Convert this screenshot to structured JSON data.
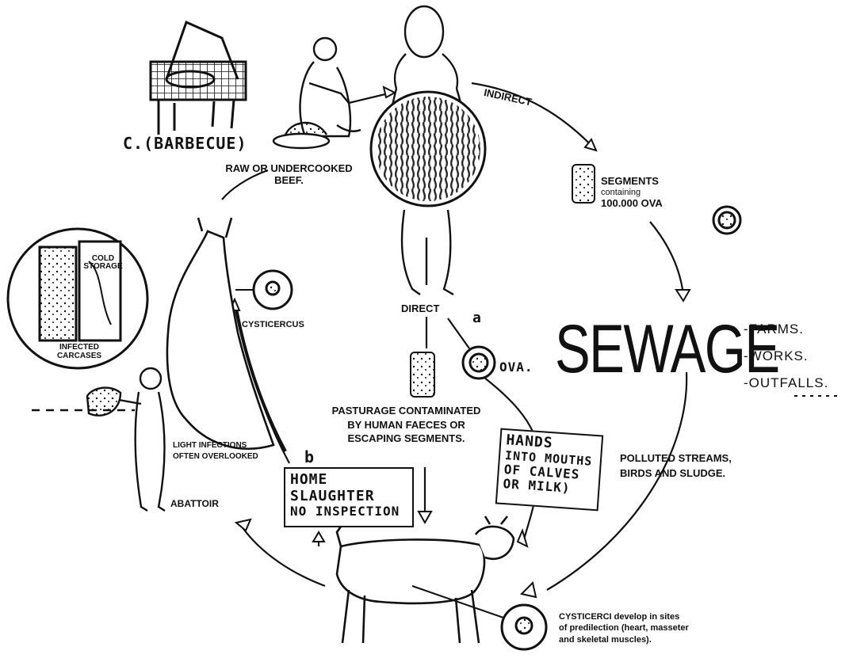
{
  "labels": {
    "barbecue": "C.(BARBECUE)",
    "raw_beef_1": "RAW OR UNDERCOOKED",
    "raw_beef_2": "BEEF.",
    "indirect": "INDIRECT",
    "segments_1": "SEGMENTS",
    "segments_2": "containing",
    "segments_3": "100.000 OVA",
    "direct": "DIRECT",
    "marker_a": "a",
    "marker_b": "b",
    "ova": "OVA.",
    "cold_storage_1": "COLD",
    "cold_storage_2": "STORAGE",
    "infected_1": "INFECTED",
    "infected_2": "CARCASES",
    "cysticercus": "CYSTICERCUS",
    "light_infections_1": "LIGHT INFECTIONS",
    "light_infections_2": "OFTEN OVERLOOKED",
    "pasturage_1": "PASTURAGE CONTAMINATED",
    "pasturage_2": "BY HUMAN FAECES OR",
    "pasturage_3": "ESCAPING SEGMENTS.",
    "abattoir": "ABATTOIR",
    "polluted_1": "POLLUTED STREAMS,",
    "polluted_2": "BIRDS AND SLUDGE.",
    "cysticerci_1": "CYSTICERCI develop in sites",
    "cysticerci_2": "of predilection (heart, masseter",
    "cysticerci_3": "and skeletal muscles)."
  },
  "sewage": {
    "word": "SEWAGE",
    "destinations": [
      "-FARMS.",
      "-WORKS.",
      "-OUTFALLS."
    ]
  },
  "home_slaughter_box": {
    "lines": [
      "HOME",
      "SLAUGHTER",
      "NO INSPECTION"
    ]
  },
  "hands_box": {
    "lines": [
      "HANDS",
      "INTO MOUTHS",
      "OF CALVES",
      "OR MILK)"
    ]
  }
}
